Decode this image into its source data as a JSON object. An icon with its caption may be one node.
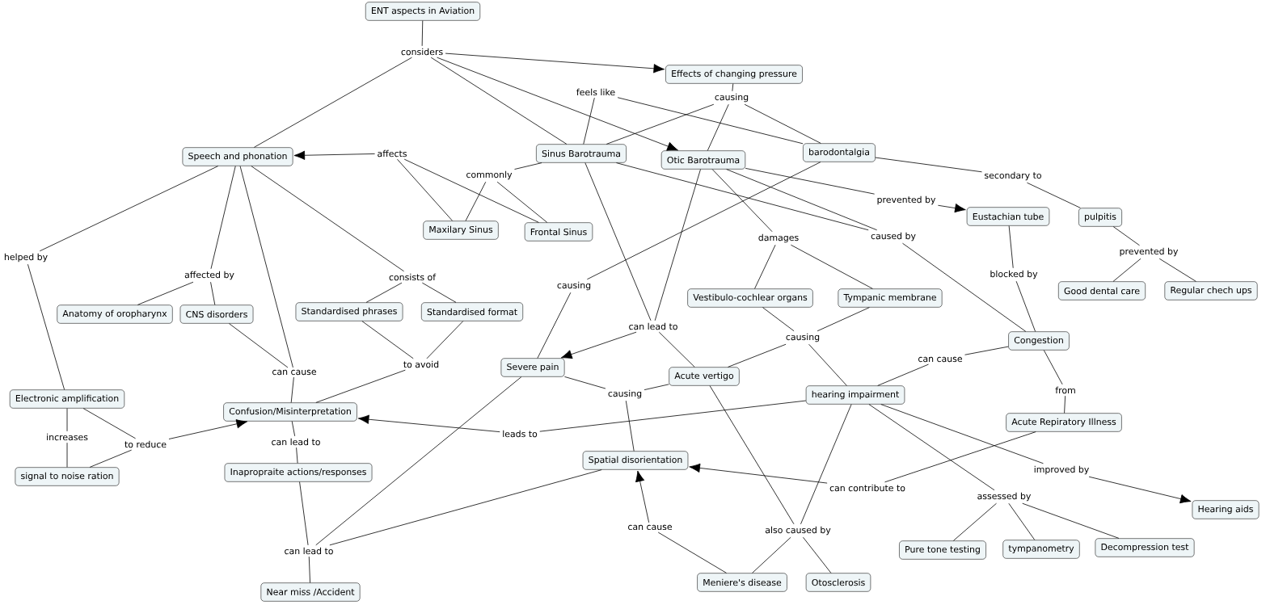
{
  "diagram": {
    "nodes": [
      {
        "text": [
          "ENT aspects in Aviation"
        ]
      },
      {
        "text": [
          "Effects of changing pressure"
        ]
      },
      {
        "text": [
          "Speech and phonation"
        ]
      },
      {
        "text": [
          "Sinus Barotrauma"
        ]
      },
      {
        "text": [
          "Otic Barotrauma"
        ]
      },
      {
        "text": [
          "barodontalgia"
        ]
      },
      {
        "text": [
          "Maxilary Sinus"
        ]
      },
      {
        "text": [
          "Frontal Sinus"
        ]
      },
      {
        "text": [
          "Eustachian tube"
        ]
      },
      {
        "text": [
          "pulpitis"
        ]
      },
      {
        "text": [
          "Good dental care"
        ]
      },
      {
        "text": [
          "Regular chech ups"
        ]
      },
      {
        "text": [
          "Vestibulo-cochlear organs"
        ]
      },
      {
        "text": [
          "Tympanic membrane"
        ]
      },
      {
        "text": [
          "Anatomy of oropharynx"
        ]
      },
      {
        "text": [
          "CNS disorders"
        ]
      },
      {
        "text": [
          "Standardised phrases"
        ]
      },
      {
        "text": [
          "Standardised format"
        ]
      },
      {
        "text": [
          "Congestion"
        ]
      },
      {
        "text": [
          "Severe pain"
        ]
      },
      {
        "text": [
          "Acute vertigo"
        ]
      },
      {
        "text": [
          "hearing impairment"
        ]
      },
      {
        "text": [
          "Electronic amplification"
        ]
      },
      {
        "text": [
          "Confusion/Misinterpretation"
        ]
      },
      {
        "text": [
          "Acute Repiratory Illness"
        ]
      },
      {
        "text": [
          "signal to noise ration"
        ]
      },
      {
        "text": [
          "Inapropraite actions/responses"
        ]
      },
      {
        "text": [
          "Spatial disorientation"
        ]
      },
      {
        "text": [
          "Hearing aids"
        ]
      },
      {
        "text": [
          "Pure tone testing"
        ]
      },
      {
        "text": [
          "tympanometry"
        ]
      },
      {
        "text": [
          "Decompression test"
        ]
      },
      {
        "text": [
          "Meniere's disease"
        ]
      },
      {
        "text": [
          "Otosclerosis"
        ]
      },
      {
        "text": [
          "Near miss /Accident"
        ]
      },
      {
        "text": [
          "considers"
        ]
      },
      {
        "text": [
          "feels like"
        ]
      },
      {
        "text": [
          "causing"
        ]
      },
      {
        "text": [
          "affects"
        ]
      },
      {
        "text": [
          "commonly"
        ]
      },
      {
        "text": [
          "secondary to"
        ]
      },
      {
        "text": [
          "prevented by"
        ]
      },
      {
        "text": [
          "caused by"
        ]
      },
      {
        "text": [
          "damages"
        ]
      },
      {
        "text": [
          "prevented by"
        ]
      },
      {
        "text": [
          "helped by"
        ]
      },
      {
        "text": [
          "blocked by"
        ]
      },
      {
        "text": [
          "affected by"
        ]
      },
      {
        "text": [
          "consists of"
        ]
      },
      {
        "text": [
          "causing"
        ]
      },
      {
        "text": [
          "can lead to"
        ]
      },
      {
        "text": [
          "causing"
        ]
      },
      {
        "text": [
          "can cause"
        ]
      },
      {
        "text": [
          "to avoid"
        ]
      },
      {
        "text": [
          "can cause"
        ]
      },
      {
        "text": [
          "from"
        ]
      },
      {
        "text": [
          "causing"
        ]
      },
      {
        "text": [
          "leads to"
        ]
      },
      {
        "text": [
          "increases"
        ]
      },
      {
        "text": [
          "to reduce"
        ]
      },
      {
        "text": [
          "can lead to"
        ]
      },
      {
        "text": [
          "improved by"
        ]
      },
      {
        "text": [
          "can contribute to"
        ]
      },
      {
        "text": [
          "assessed by"
        ]
      },
      {
        "text": [
          "can cause"
        ]
      },
      {
        "text": [
          "also caused by"
        ]
      },
      {
        "text": [
          "can lead to"
        ]
      }
    ],
    "edges": [
      {
        "from": 0,
        "to": 35,
        "arrow": "none"
      },
      {
        "from": 35,
        "to": 1,
        "arrow": "to"
      },
      {
        "from": 35,
        "to": 2,
        "arrow": "none"
      },
      {
        "from": 35,
        "to": 3,
        "arrow": "none"
      },
      {
        "from": 35,
        "to": 4,
        "arrow": "to"
      },
      {
        "from": 1,
        "to": 37,
        "arrow": "none"
      },
      {
        "from": 37,
        "to": 3,
        "arrow": "none"
      },
      {
        "from": 37,
        "to": 4,
        "arrow": "none"
      },
      {
        "from": 37,
        "to": 5,
        "arrow": "none"
      },
      {
        "from": 3,
        "to": 36,
        "arrow": "none"
      },
      {
        "from": 36,
        "to": 5,
        "arrow": "none"
      },
      {
        "from": 38,
        "to": 2,
        "arrow": "to"
      },
      {
        "from": 38,
        "to": 6,
        "arrow": "none"
      },
      {
        "from": 38,
        "to": 7,
        "arrow": "none"
      },
      {
        "from": 3,
        "to": 39,
        "arrow": "none"
      },
      {
        "from": 39,
        "to": 6,
        "arrow": "none"
      },
      {
        "from": 39,
        "to": 7,
        "arrow": "none"
      },
      {
        "from": 5,
        "to": 40,
        "arrow": "none"
      },
      {
        "from": 40,
        "to": 9,
        "arrow": "none"
      },
      {
        "from": 4,
        "to": 41,
        "arrow": "none"
      },
      {
        "from": 41,
        "to": 8,
        "arrow": "to"
      },
      {
        "from": 3,
        "to": 42,
        "arrow": "none"
      },
      {
        "from": 4,
        "to": 42,
        "arrow": "none"
      },
      {
        "from": 42,
        "to": 18,
        "arrow": "none"
      },
      {
        "from": 4,
        "to": 43,
        "arrow": "none"
      },
      {
        "from": 43,
        "to": 12,
        "arrow": "none"
      },
      {
        "from": 43,
        "to": 13,
        "arrow": "none"
      },
      {
        "from": 9,
        "to": 44,
        "arrow": "none"
      },
      {
        "from": 44,
        "to": 10,
        "arrow": "none"
      },
      {
        "from": 44,
        "to": 11,
        "arrow": "none"
      },
      {
        "from": 2,
        "to": 45,
        "arrow": "none"
      },
      {
        "from": 45,
        "to": 22,
        "arrow": "none"
      },
      {
        "from": 8,
        "to": 46,
        "arrow": "none"
      },
      {
        "from": 46,
        "to": 18,
        "arrow": "none"
      },
      {
        "from": 2,
        "to": 47,
        "arrow": "none"
      },
      {
        "from": 47,
        "to": 14,
        "arrow": "none"
      },
      {
        "from": 47,
        "to": 15,
        "arrow": "none"
      },
      {
        "from": 2,
        "to": 48,
        "arrow": "none"
      },
      {
        "from": 48,
        "to": 16,
        "arrow": "none"
      },
      {
        "from": 48,
        "to": 17,
        "arrow": "none"
      },
      {
        "from": 5,
        "to": 49,
        "arrow": "none"
      },
      {
        "from": 49,
        "to": 19,
        "arrow": "none"
      },
      {
        "from": 3,
        "to": 50,
        "arrow": "none"
      },
      {
        "from": 4,
        "to": 50,
        "arrow": "none"
      },
      {
        "from": 50,
        "to": 19,
        "arrow": "to"
      },
      {
        "from": 50,
        "to": 20,
        "arrow": "none"
      },
      {
        "from": 12,
        "to": 51,
        "arrow": "none"
      },
      {
        "from": 13,
        "to": 51,
        "arrow": "none"
      },
      {
        "from": 51,
        "to": 20,
        "arrow": "none"
      },
      {
        "from": 51,
        "to": 21,
        "arrow": "none"
      },
      {
        "from": 18,
        "to": 52,
        "arrow": "none"
      },
      {
        "from": 52,
        "to": 21,
        "arrow": "none"
      },
      {
        "from": 16,
        "to": 53,
        "arrow": "none"
      },
      {
        "from": 17,
        "to": 53,
        "arrow": "none"
      },
      {
        "from": 53,
        "to": 23,
        "arrow": "none"
      },
      {
        "from": 2,
        "to": 54,
        "arrow": "none"
      },
      {
        "from": 15,
        "to": 54,
        "arrow": "none"
      },
      {
        "from": 54,
        "to": 23,
        "arrow": "none"
      },
      {
        "from": 18,
        "to": 55,
        "arrow": "none"
      },
      {
        "from": 55,
        "to": 24,
        "arrow": "none"
      },
      {
        "from": 19,
        "to": 56,
        "arrow": "none"
      },
      {
        "from": 20,
        "to": 56,
        "arrow": "none"
      },
      {
        "from": 56,
        "to": 27,
        "arrow": "none"
      },
      {
        "from": 21,
        "to": 57,
        "arrow": "none"
      },
      {
        "from": 57,
        "to": 23,
        "arrow": "to"
      },
      {
        "from": 22,
        "to": 58,
        "arrow": "none"
      },
      {
        "from": 58,
        "to": 25,
        "arrow": "none"
      },
      {
        "from": 22,
        "to": 59,
        "arrow": "none"
      },
      {
        "from": 25,
        "to": 59,
        "arrow": "none"
      },
      {
        "from": 59,
        "to": 23,
        "arrow": "to"
      },
      {
        "from": 23,
        "to": 60,
        "arrow": "none"
      },
      {
        "from": 60,
        "to": 26,
        "arrow": "none"
      },
      {
        "from": 21,
        "to": 61,
        "arrow": "none"
      },
      {
        "from": 61,
        "to": 28,
        "arrow": "to"
      },
      {
        "from": 24,
        "to": 62,
        "arrow": "none"
      },
      {
        "from": 62,
        "to": 27,
        "arrow": "to"
      },
      {
        "from": 21,
        "to": 63,
        "arrow": "none"
      },
      {
        "from": 63,
        "to": 29,
        "arrow": "none"
      },
      {
        "from": 63,
        "to": 30,
        "arrow": "none"
      },
      {
        "from": 63,
        "to": 31,
        "arrow": "none"
      },
      {
        "from": 32,
        "to": 64,
        "arrow": "none"
      },
      {
        "from": 64,
        "to": 27,
        "arrow": "to"
      },
      {
        "from": 20,
        "to": 65,
        "arrow": "none"
      },
      {
        "from": 21,
        "to": 65,
        "arrow": "none"
      },
      {
        "from": 65,
        "to": 32,
        "arrow": "none"
      },
      {
        "from": 65,
        "to": 33,
        "arrow": "none"
      },
      {
        "from": 26,
        "to": 66,
        "arrow": "none"
      },
      {
        "from": 19,
        "to": 66,
        "arrow": "none"
      },
      {
        "from": 27,
        "to": 66,
        "arrow": "none"
      },
      {
        "from": 66,
        "to": 34,
        "arrow": "none"
      }
    ]
  }
}
